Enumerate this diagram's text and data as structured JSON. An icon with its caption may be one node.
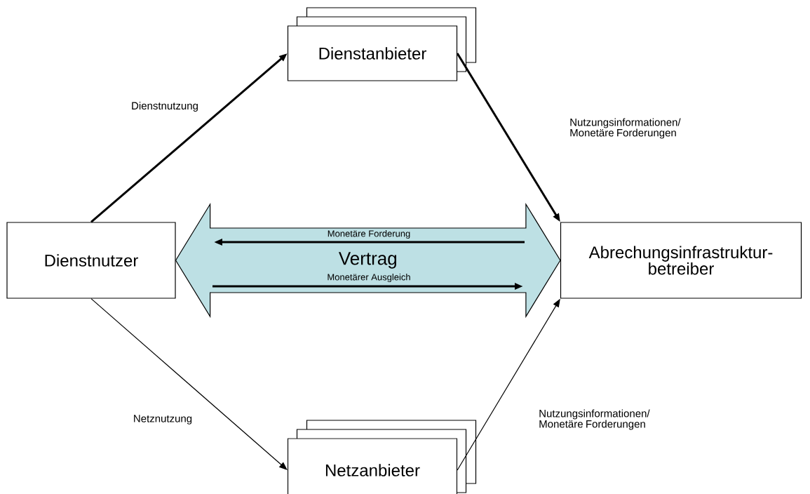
{
  "diagram": {
    "nodes": [
      {
        "text": [
          "Dienstnutzer"
        ]
      },
      {
        "text": [
          "Dienstanbieter"
        ]
      },
      {
        "text": [
          "Abrechungsinfrastruktur- betreiber"
        ]
      },
      {
        "text": [
          "Netzanbieter"
        ]
      }
    ],
    "edges": [
      {
        "from": 0,
        "to": 1,
        "arrow": "to",
        "label": "Dienstnutzung",
        "style": "thick"
      },
      {
        "from": 1,
        "to": 2,
        "arrow": "to",
        "label": "Nutzungsinformationen/ Monetäre Forderungen",
        "style": "thick"
      },
      {
        "from": 0,
        "to": 3,
        "arrow": "to",
        "label": "Netznutzung"
      },
      {
        "from": 3,
        "to": 2,
        "arrow": "to",
        "label": "Nutzungsinformationen/ Monetäre Forderungen"
      },
      {
        "from": 0,
        "to": 2,
        "arrow": "both",
        "label": "Vertrag",
        "style": "thick",
        "color": "#bde0e4"
      }
    ],
    "labels": [
      "Monetäre Forderung",
      "Monetärer Ausgleich"
    ]
  }
}
